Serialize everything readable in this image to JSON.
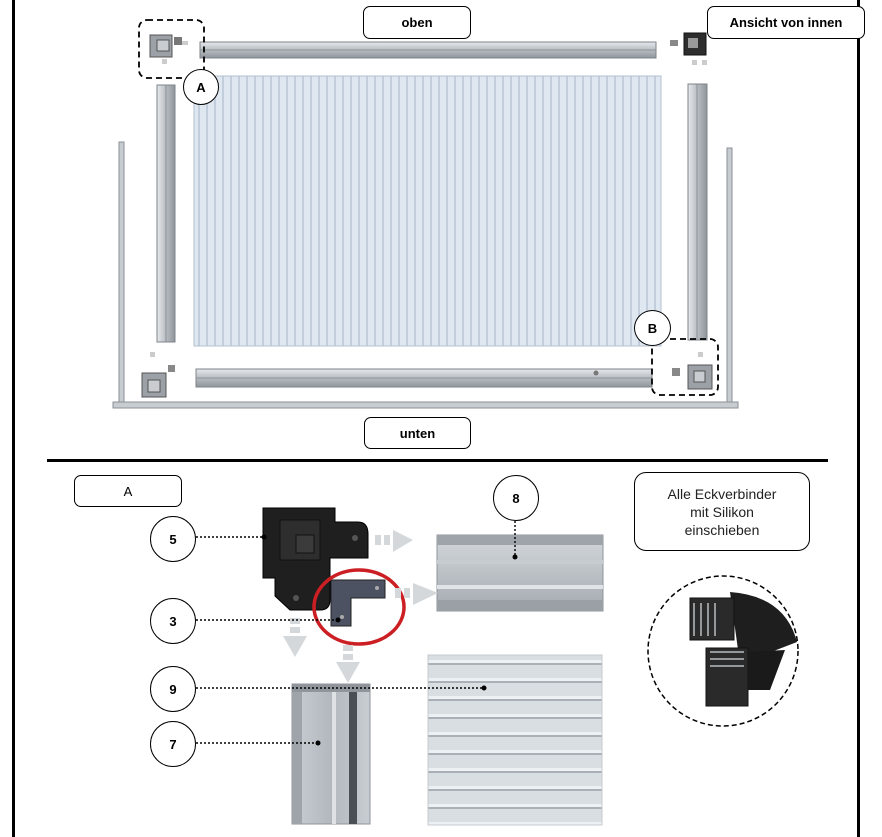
{
  "labels": {
    "top": "oben",
    "view": "Ansicht von innen",
    "bottom": "unten",
    "detail_a": "A",
    "marker_a": "A",
    "marker_b": "B"
  },
  "parts": {
    "p5": "5",
    "p3": "3",
    "p8": "8",
    "p9": "9",
    "p7": "7"
  },
  "note": {
    "line1": "Alle Eckverbinder",
    "line2": "mit Silikon",
    "line3": "einschieben"
  },
  "colors": {
    "highlight": "#cc1f24",
    "panel": "#dbe4ef",
    "profile": "#b9bec3"
  }
}
